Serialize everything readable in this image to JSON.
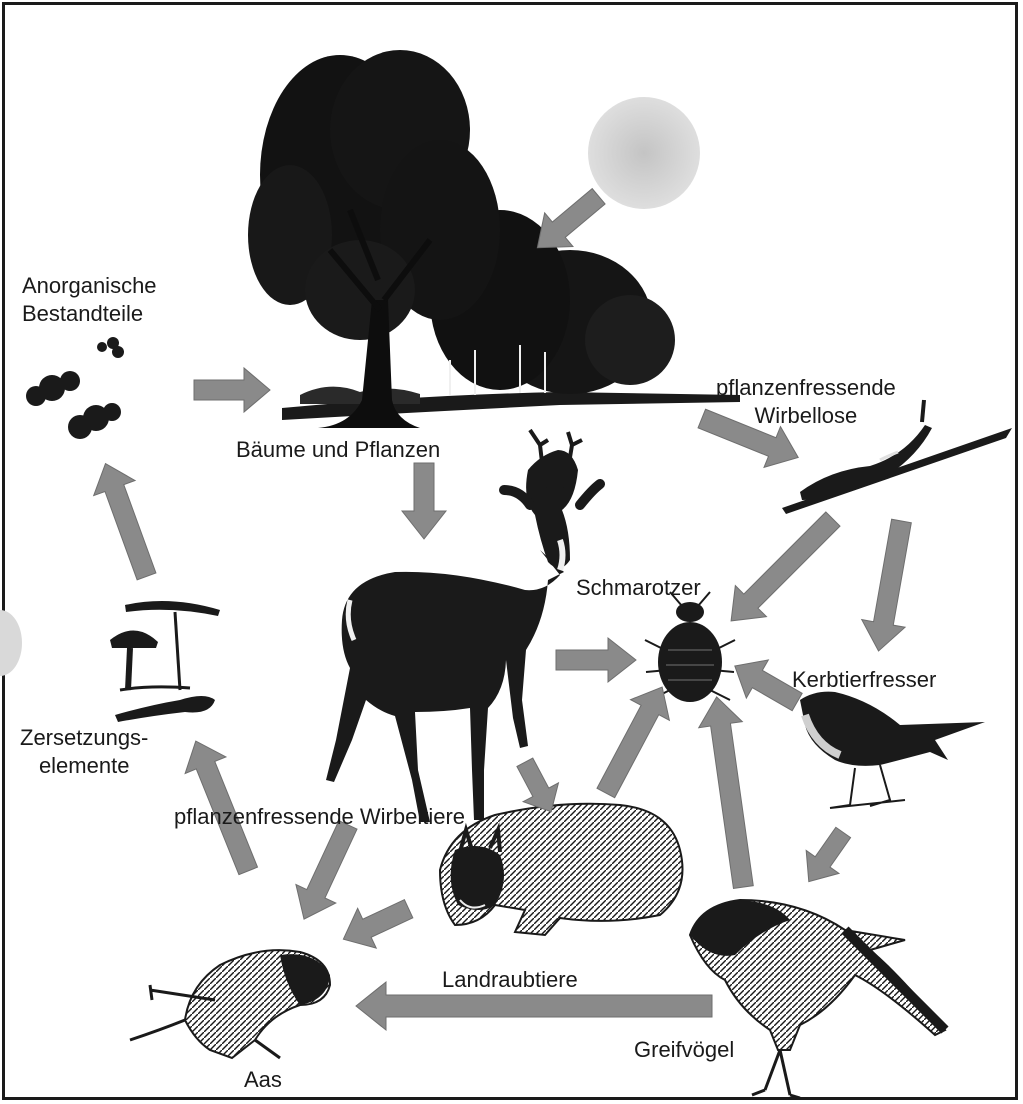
{
  "colors": {
    "arrow": "#8a8a8a",
    "ink": "#1a1a1a",
    "sun": "#cdcdcd",
    "frame": "#1a1a1a"
  },
  "labels": {
    "anorganisch": [
      "Anorganische",
      "Bestandteile"
    ],
    "baeume": "Bäume und Pflanzen",
    "wirbellose": [
      "pflanzenfressende",
      "Wirbellose"
    ],
    "schmarotzer": "Schmarotzer",
    "kerbtierfresser": "Kerbtierfresser",
    "zersetzung": [
      "Zersetzungs-",
      "elemente"
    ],
    "wirbeltiere": "pflanzenfressende Wirbeltiere",
    "landraubtiere": "Landraubtiere",
    "aas": "Aas",
    "greifvoegel": "Greifvögel"
  },
  "illustrations": [
    "sun",
    "trees-and-plants",
    "mineral-particles",
    "caterpillar",
    "roe-deer",
    "bed-bug",
    "robin",
    "mushrooms-and-worm",
    "lynx",
    "hawk",
    "carrion-bird"
  ]
}
